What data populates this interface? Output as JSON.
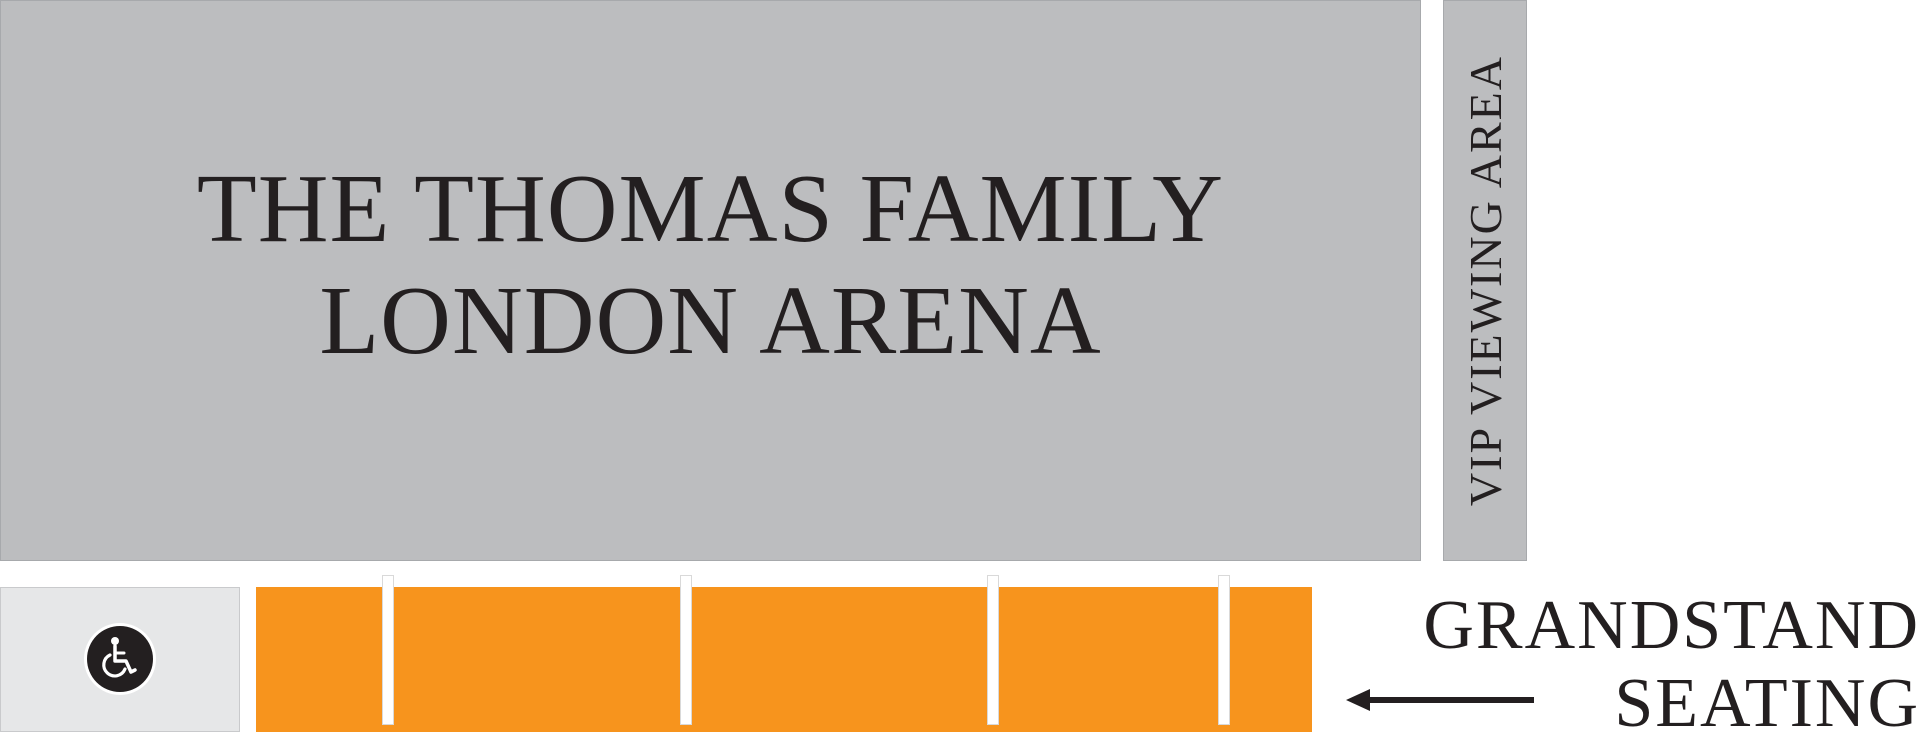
{
  "venue": {
    "title_lines": [
      "THE THOMAS FAMILY",
      "LONDON ARENA"
    ]
  },
  "vip_area": {
    "label": "VIP VIEWING AREA"
  },
  "accessible_area": {
    "icon": "wheelchair-icon"
  },
  "grandstand": {
    "label_lines": [
      "GRANDSTAND",
      "SEATING"
    ],
    "arrow_direction": "left",
    "color": "#f7941d"
  },
  "colors": {
    "arena": "#bcbdbf",
    "accessible_area": "#e6e7e8",
    "text": "#231f20"
  }
}
